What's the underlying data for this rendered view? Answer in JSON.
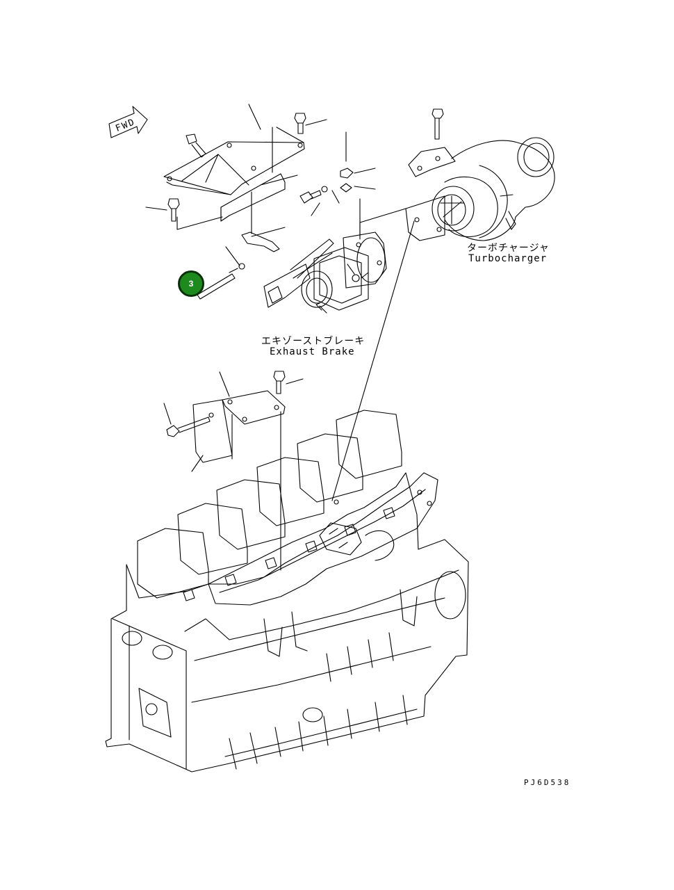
{
  "labels": {
    "fwd": "FWD",
    "turbo_jp": "ターボチャージャ",
    "turbo_en": "Turbocharger",
    "brake_jp": "エキゾーストブレーキ",
    "brake_en": "Exhaust Brake",
    "drawing_code": "PJ6D538"
  },
  "callout": {
    "number": "3",
    "color": "#1e8a1e"
  }
}
